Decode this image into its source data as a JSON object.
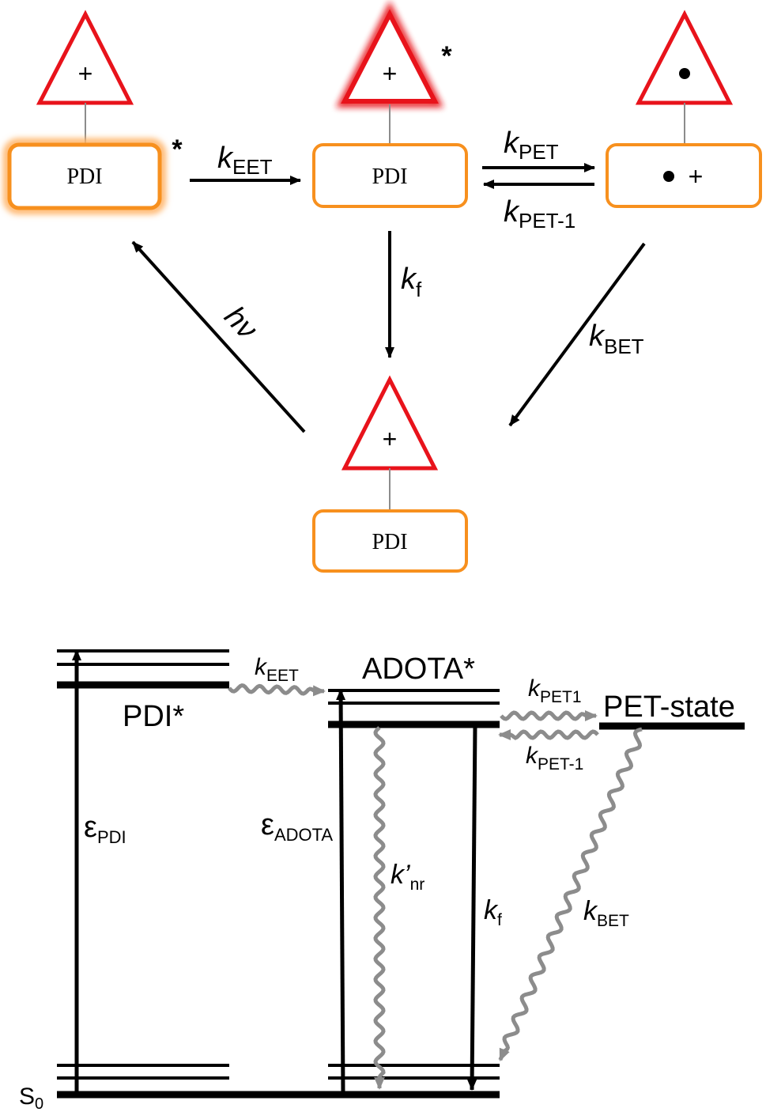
{
  "colors": {
    "triangle": "#e8131b",
    "box": "#f7901e",
    "glow": "#ffb56b",
    "arrow": "#000000",
    "wavy": "#8c8c8c",
    "connector": "#8c8c8c"
  },
  "scheme": {
    "pdi_label": "PDI",
    "plus": "+",
    "dot": "•",
    "star": "*",
    "radical_pair": "• +",
    "k": "k",
    "k_eet_sub": "EET",
    "k_pet_sub": "PET",
    "k_pet_back_sub": "PET-1",
    "k_f_sub": "f",
    "k_bet_sub": "BET",
    "hv": "hν"
  },
  "jablonski": {
    "pdi_star": "PDI*",
    "adota_star": "ADOTA*",
    "pet_state": "PET-state",
    "s0": "S",
    "s0_sub": "0",
    "eps": "ε",
    "eps_pdi_sub": "PDI",
    "eps_adota_sub": "ADOTA",
    "k": "k",
    "k_eet_sub": "EET",
    "k_pet1_sub": "PET1",
    "k_pet_back_sub": "PET-1",
    "k_nr_prime": "k’",
    "k_nr_sub": "nr",
    "k_f_sub": "f",
    "k_bet_sub": "BET"
  }
}
